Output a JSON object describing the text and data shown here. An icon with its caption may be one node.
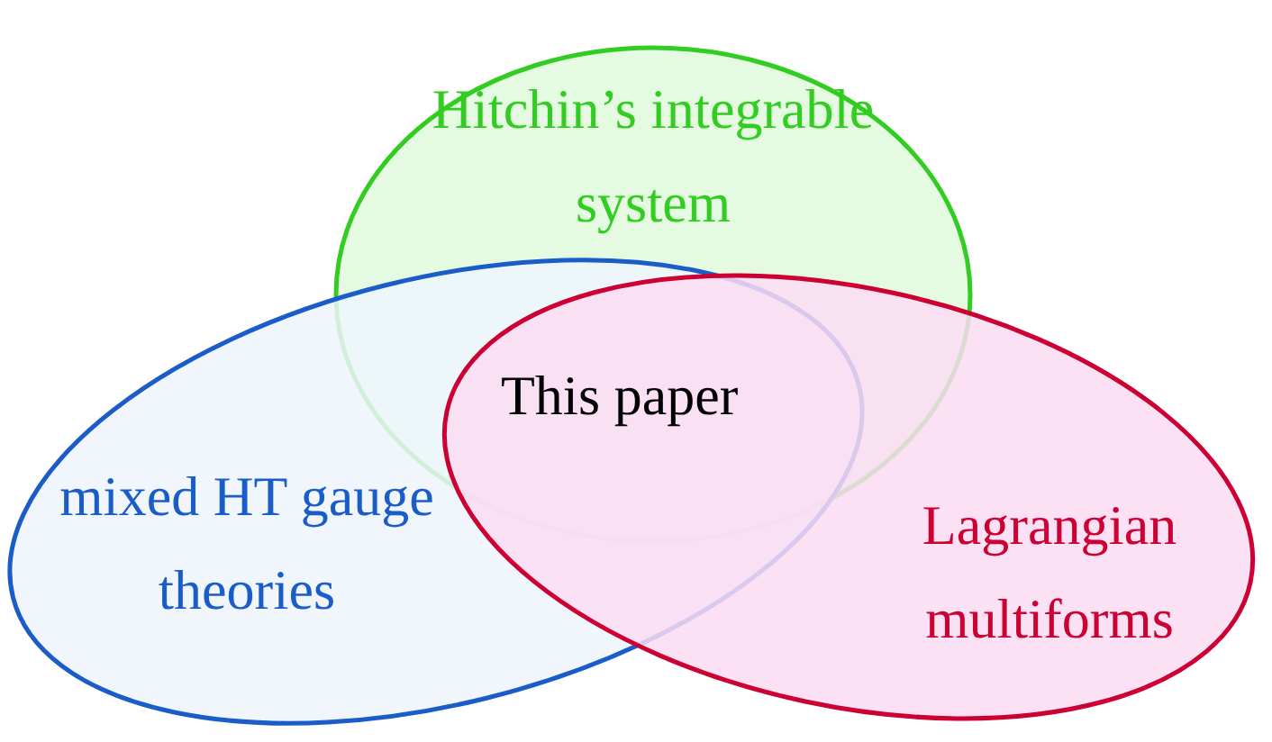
{
  "diagram": {
    "nodes": [
      {
        "text": [
          "Hitchin’s integrable system"
        ]
      },
      {
        "text": [
          "mixed HT gauge theories"
        ]
      },
      {
        "text": [
          "Lagrangian multiforms"
        ]
      }
    ],
    "labels": [
      "This paper"
    ]
  }
}
